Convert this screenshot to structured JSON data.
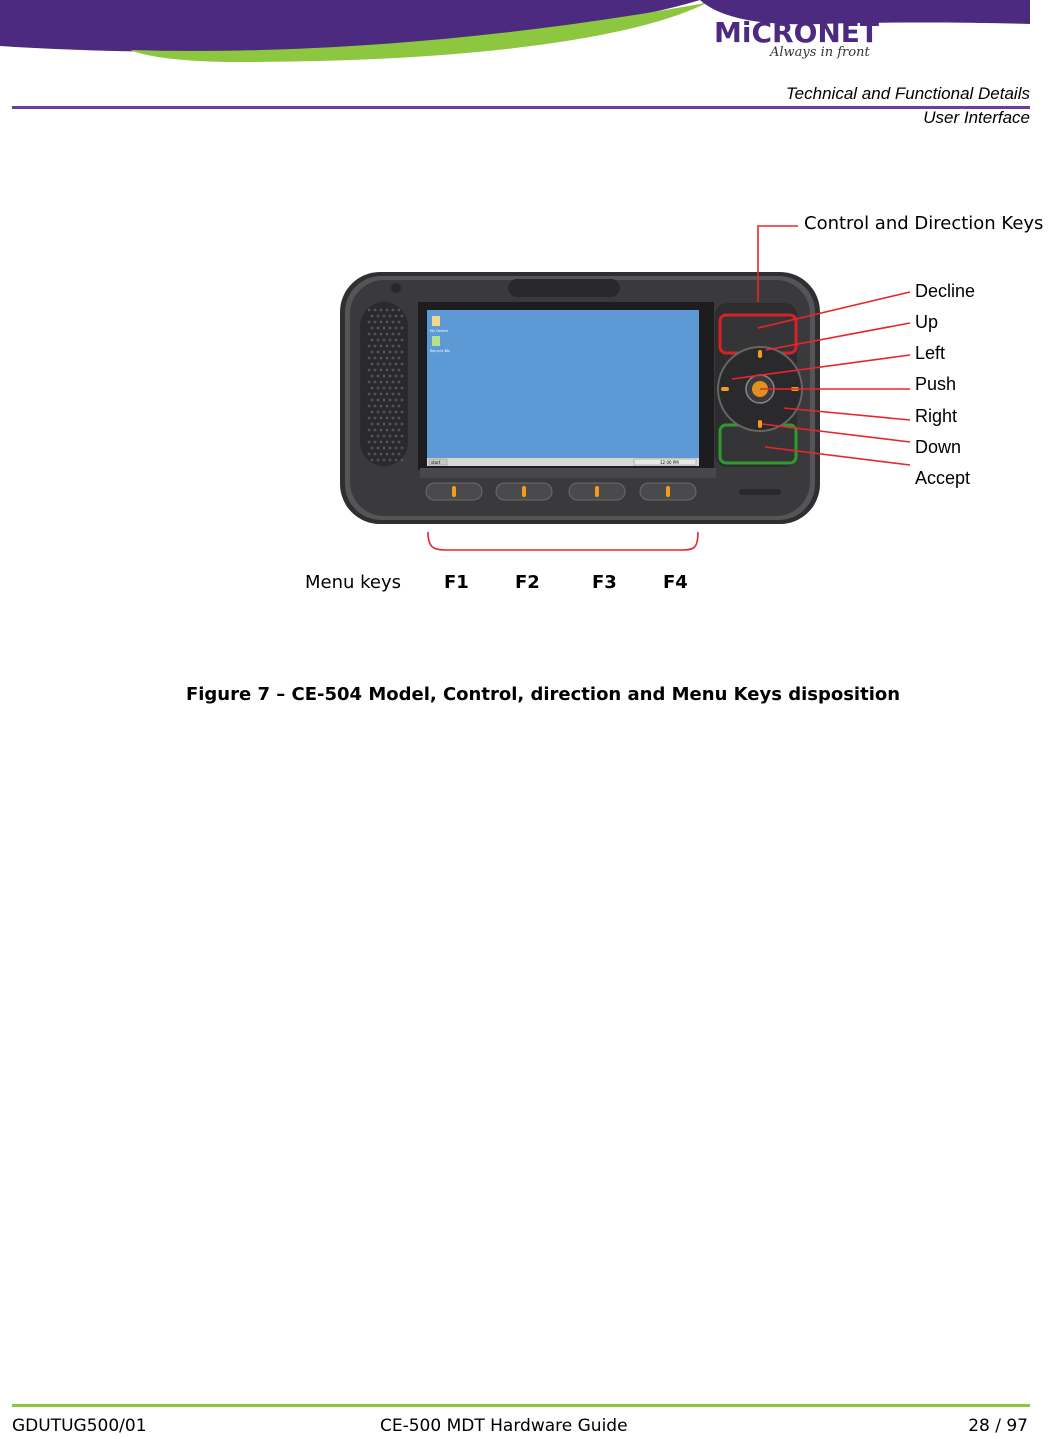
{
  "header": {
    "brand_name": "MiCRONET",
    "brand_tagline": "Always in front",
    "section": "Technical and Functional Details",
    "subsection": "User Interface",
    "colors": {
      "purple": "#4b2a7f",
      "green": "#8dc63f"
    }
  },
  "figure": {
    "control_title": "Control and Direction Keys",
    "callouts": [
      "Decline",
      "Up",
      "Left",
      "Push",
      "Right",
      "Down",
      "Accept"
    ],
    "menu_label": "Menu keys",
    "menu_keys": [
      "F1",
      "F2",
      "F3",
      "F4"
    ],
    "screen": {
      "icons": [
        "My Device",
        "Recycle Bin"
      ],
      "start_label": "start",
      "tray_time": "12:00 PM"
    },
    "caption": "Figure 7 – CE-504 Model, Control, direction and Menu Keys disposition",
    "colors": {
      "callout_line": "#e8262b",
      "decline_frame": "#d6202a",
      "accept_frame": "#2f9a2f",
      "key_orange": "#f39c1e",
      "screen_blue": "#5d9ad5"
    }
  },
  "footer": {
    "doc_id": "GDUTUG500/01",
    "title": "CE-500 MDT Hardware Guide",
    "page": "28 / 97"
  }
}
